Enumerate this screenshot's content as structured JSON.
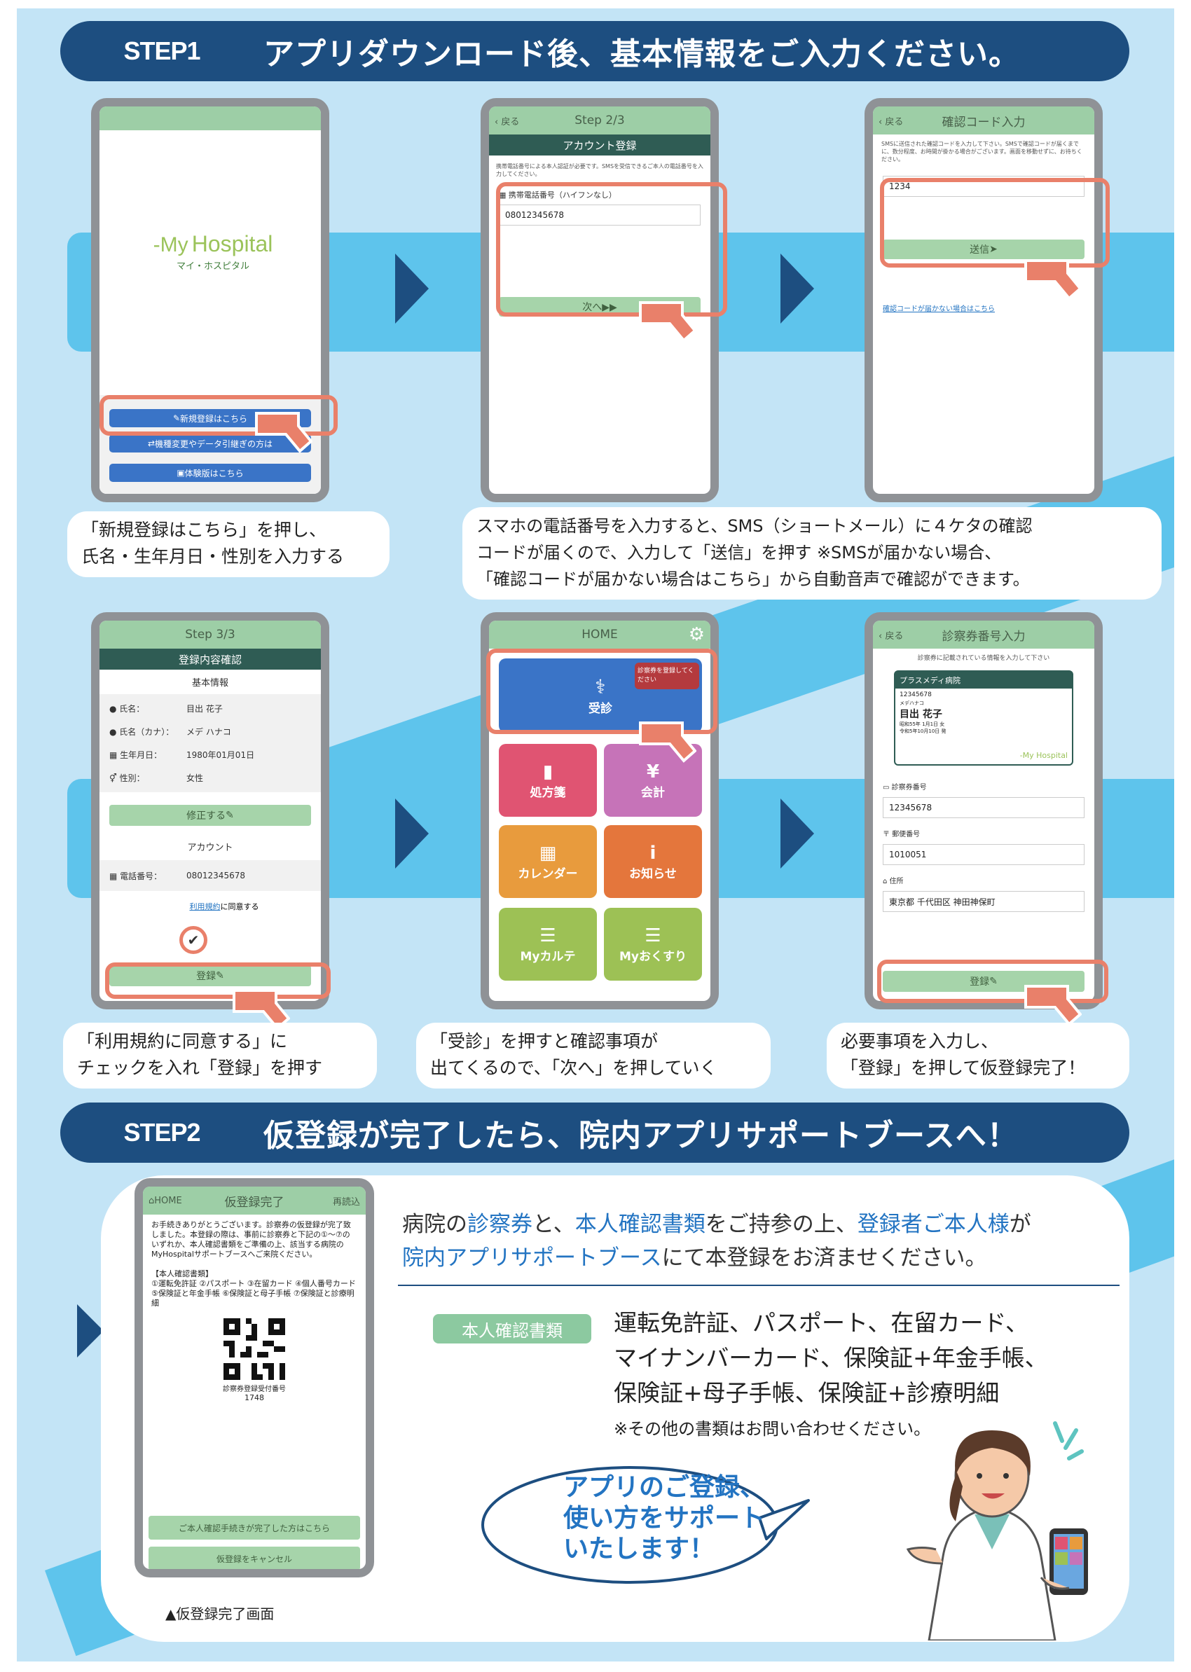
{
  "step1": {
    "label": "STEP1",
    "title": "アプリダウンロード後、基本情報をご入力ください。"
  },
  "step2": {
    "label": "STEP2",
    "title": "仮登録が完了したら、院内アプリサポートブースへ！"
  },
  "colors": {
    "navy": "#1d4e80",
    "sky": "#c3e4f6",
    "band": "#5ec4ec",
    "highlight": "#e9806a",
    "app_green": "#9dcea6",
    "app_blue": "#3a74c7",
    "link_blue": "#2374c2"
  },
  "phone1": {
    "logo": "Hospital",
    "logo_prefix": "-My",
    "logo_sub": "マイ・ホスピタル",
    "btn_new": "新規登録はこちら",
    "btn_transfer": "機種変更やデータ引継ぎの方は",
    "btn_trial": "体験版はこちら"
  },
  "phone2": {
    "back": "戻る",
    "nav": "Step 2/3",
    "bar": "アカウント登録",
    "note": "携帯電話番号による本人認証が必要です。SMSを受信できるご本人の電話番号を入力してください。",
    "field_label": "携帯電話番号（ハイフンなし）",
    "field_value": "08012345678",
    "next": "次へ▶▶"
  },
  "phone3": {
    "back": "戻る",
    "nav": "確認コード入力",
    "note": "SMSに送信された確認コードを入力して下さい。SMSで確認コードが届くまでに、数分程度、お時間が掛かる場合がございます。画面を移動せずに、お待ちください。",
    "code": "1234",
    "send": "送信",
    "link": "確認コードが届かない場合はこちら"
  },
  "cap1": {
    "line1": "「新規登録はこちら」を押し、",
    "line2": "氏名・生年月日・性別を入力する"
  },
  "cap2": {
    "line1": "スマホの電話番号を入力すると、SMS（ショートメール）に４ケタの確認",
    "line2": "コードが届くので、入力して「送信」を押す ※SMSが届かない場合、",
    "line3": "「確認コードが届かない場合はこちら」から自動音声で確認ができます。"
  },
  "phone4": {
    "nav": "Step 3/3",
    "bar": "登録内容確認",
    "section1": "基本情報",
    "rows": [
      {
        "label": "氏名：",
        "value": "目出 花子"
      },
      {
        "label": "氏名（カナ）：",
        "value": "メデ ハナコ"
      },
      {
        "label": "生年月日：",
        "value": "1980年01月01日"
      },
      {
        "label": "性別：",
        "value": "女性"
      }
    ],
    "edit": "修正する",
    "section2": "アカウント",
    "phone_label": "電話番号：",
    "phone_value": "08012345678",
    "terms_link": "利用規約",
    "terms_text": "に同意する",
    "register": "登録"
  },
  "phone5": {
    "nav": "HOME",
    "consult": "受診",
    "badge": "診察券を登録してください",
    "tiles": [
      {
        "label": "処方箋",
        "symbol": "▮"
      },
      {
        "label": "会計",
        "symbol": "¥"
      },
      {
        "label": "カレンダー",
        "symbol": "▦"
      },
      {
        "label": "お知らせ",
        "symbol": "i"
      },
      {
        "label": "Myカルテ",
        "symbol": "☰"
      },
      {
        "label": "Myおくすり",
        "symbol": "☰"
      }
    ]
  },
  "phone6": {
    "back": "戻る",
    "nav": "診察券番号入力",
    "note": "診察券に記載されている情報を入力して下さい",
    "card_hospital": "プラスメディ病院",
    "card_number": "12345678",
    "card_kana": "メデハナコ",
    "card_name": "目出 花子",
    "card_birth": "昭和55年 1月1日 女",
    "card_issue": "令和5年10月10日 発",
    "card_logo": "-My Hospital",
    "f1_label": "診察券番号",
    "f1_value": "12345678",
    "f2_label": "郵便番号",
    "f2_value": "1010051",
    "f3_label": "住所",
    "f3_value": "東京都 千代田区 神田神保町",
    "register": "登録"
  },
  "cap3": {
    "line1": "「利用規約に同意する」に",
    "line2": "チェックを入れ「登録」を押す"
  },
  "cap4": {
    "line1": "「受診」を押すと確認事項が",
    "line2": "出てくるので、「次へ」を押していく"
  },
  "cap5": {
    "line1": "必要事項を入力し、",
    "line2": "「登録」を押して仮登録完了！"
  },
  "phone7": {
    "home": "HOME",
    "nav": "仮登録完了",
    "reload": "再読込",
    "body": "お手続きありがとうございます。診察券の仮登録が完了致しました。本登録の際は、事前に診察券と下記の①〜⑦のいずれか、本人確認書類をご準備の上、該当する病院のMyHospitalサポートブースへご来院ください。",
    "doc_title": "【本人確認書類】",
    "doc_list": "①運転免許証 ②パスポート ③在留カード ④個人番号カード ⑤保険証と年金手帳 ⑥保険証と母子手帳 ⑦保険証と診療明細",
    "qr_label": "診察券登録受付番号",
    "qr_number": "1748",
    "btn1": "ご本人確認手続きが完了した方はこちら",
    "btn2": "仮登録をキャンセル"
  },
  "phone7_caption": "▲仮登録完了画面",
  "info": {
    "l1a": "病院の",
    "l1b": "診察券",
    "l1c": "と、",
    "l1d": "本人確認書類",
    "l1e": "をご持参の上、",
    "l1f": "登録者ご本人様",
    "l1g": "が",
    "l2a": "院内アプリサポートブース",
    "l2b": "にて本登録をお済ませください。",
    "badge": "本人確認書類",
    "docs1": "運転免許証、パスポート、在留カード、",
    "docs2": "マイナンバーカード、保険証+年金手帳、",
    "docs3": "保険証+母子手帳、保険証+診療明細",
    "note": "※その他の書類はお問い合わせください。"
  },
  "bubble": {
    "line1": "アプリのご登録、",
    "line2": "使い方をサポート",
    "line3": "いたします！"
  }
}
